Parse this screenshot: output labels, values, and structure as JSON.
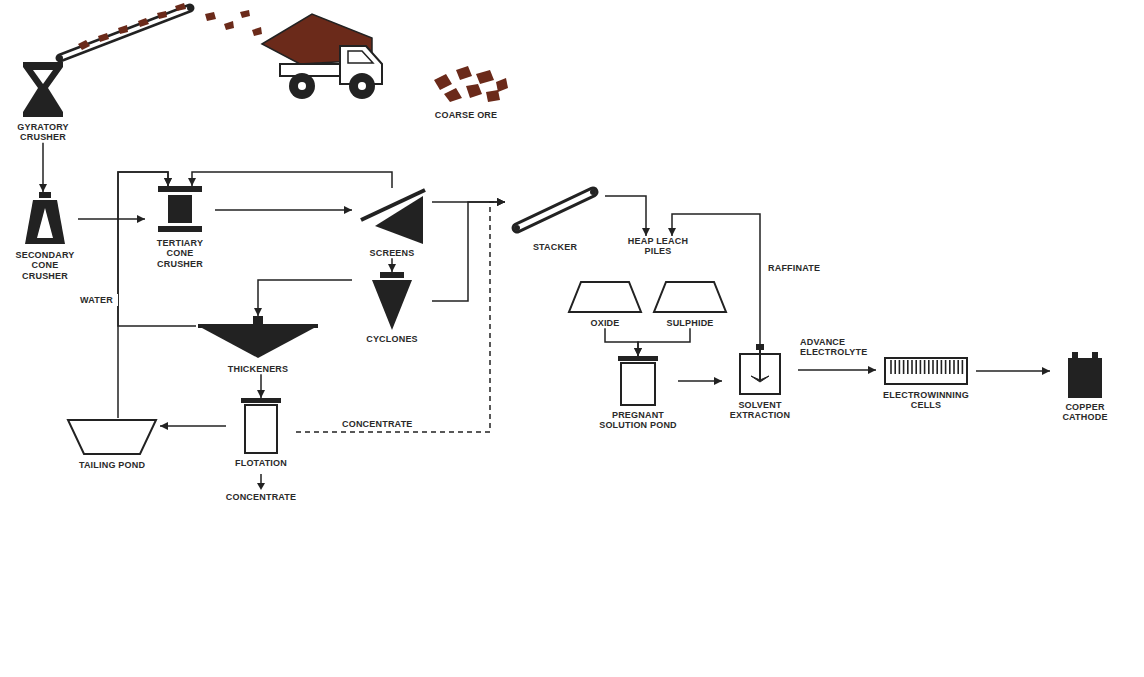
{
  "diagram": {
    "nodes": [
      {
        "text": [
          "GYRATORY CRUSHER"
        ]
      },
      {
        "text": [
          "SECONDARY CONE CRUSHER"
        ]
      },
      {
        "text": [
          "TERTIARY CONE CRUSHER"
        ]
      },
      {
        "text": [
          "SCREENS"
        ]
      },
      {
        "text": [
          "STACKER"
        ]
      },
      {
        "text": [
          "HEAP LEACH PILES"
        ]
      },
      {
        "text": [
          "OXIDE"
        ]
      },
      {
        "text": [
          "SULPHIDE"
        ]
      },
      {
        "text": [
          "CYCLONES"
        ]
      },
      {
        "text": [
          "THICKENERS"
        ]
      },
      {
        "text": [
          "PREGNANT SOLUTION POND"
        ]
      },
      {
        "text": [
          "SOLVENT EXTRACTION"
        ]
      },
      {
        "text": [
          "ELECTROWINNING CELLS"
        ]
      },
      {
        "text": [
          "COPPER CATHODE"
        ]
      },
      {
        "text": [
          "TAILING POND"
        ]
      },
      {
        "text": [
          "FLOTATION"
        ]
      }
    ],
    "edges": [
      {
        "from": 0,
        "to": 1,
        "arrow": "to"
      },
      {
        "from": 1,
        "to": 2,
        "arrow": "to"
      },
      {
        "from": 2,
        "to": 3,
        "arrow": "to"
      },
      {
        "from": 3,
        "to": 2,
        "arrow": "to"
      },
      {
        "from": 3,
        "to": 4,
        "arrow": "to"
      },
      {
        "from": 3,
        "to": 8,
        "arrow": "to"
      },
      {
        "from": 8,
        "to": 4,
        "arrow": "to"
      },
      {
        "from": 8,
        "to": 9,
        "arrow": "to"
      },
      {
        "from": 9,
        "to": 15,
        "arrow": "to"
      },
      {
        "from": 9,
        "to": 2,
        "arrow": "to"
      },
      {
        "from": 14,
        "to": 2,
        "label": "WATER",
        "arrow": "to"
      },
      {
        "from": 15,
        "to": 14,
        "arrow": "to"
      },
      {
        "from": 15,
        "to": 4,
        "label": "CONCENTRATE",
        "arrow": "to"
      },
      {
        "from": 4,
        "to": 5,
        "arrow": "to"
      },
      {
        "from": 11,
        "to": 5,
        "label": "RAFFINATE",
        "arrow": "to"
      },
      {
        "from": 6,
        "to": 10,
        "arrow": "to"
      },
      {
        "from": 7,
        "to": 10,
        "arrow": "to"
      },
      {
        "from": 10,
        "to": 11,
        "arrow": "to"
      },
      {
        "from": 11,
        "to": 12,
        "label": "ADVANCE ELECTROLYTE",
        "arrow": "to"
      },
      {
        "from": 12,
        "to": 13,
        "arrow": "to"
      }
    ],
    "labels": [
      "COARSE ORE",
      "CONCENTRATE"
    ]
  }
}
